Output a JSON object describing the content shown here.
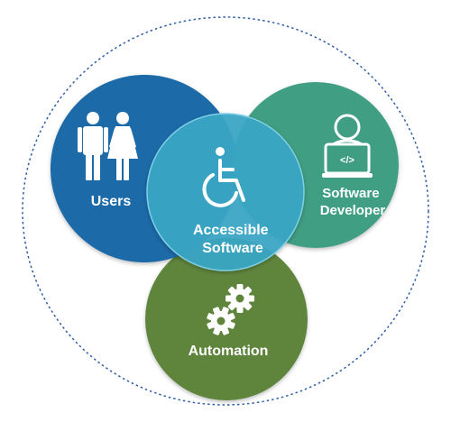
{
  "diagram": {
    "nodes": [
      {
        "id": "users",
        "label_lines": [
          "Users"
        ],
        "color": "#1f6aa8",
        "icon": "people-icon"
      },
      {
        "id": "software_developer",
        "label_lines": [
          "Software",
          "Developer"
        ],
        "color": "#3f9e82",
        "icon": "developer-laptop-icon"
      },
      {
        "id": "automation",
        "label_lines": [
          "Automation"
        ],
        "color": "#5f853c",
        "icon": "gears-icon"
      },
      {
        "id": "accessible_software",
        "label_lines": [
          "Accessible",
          "Software"
        ],
        "color": "#3aa7c6",
        "icon": "wheelchair-icon"
      }
    ],
    "outer_ring": {
      "style": "dotted",
      "color": "#2f5ea6"
    }
  }
}
